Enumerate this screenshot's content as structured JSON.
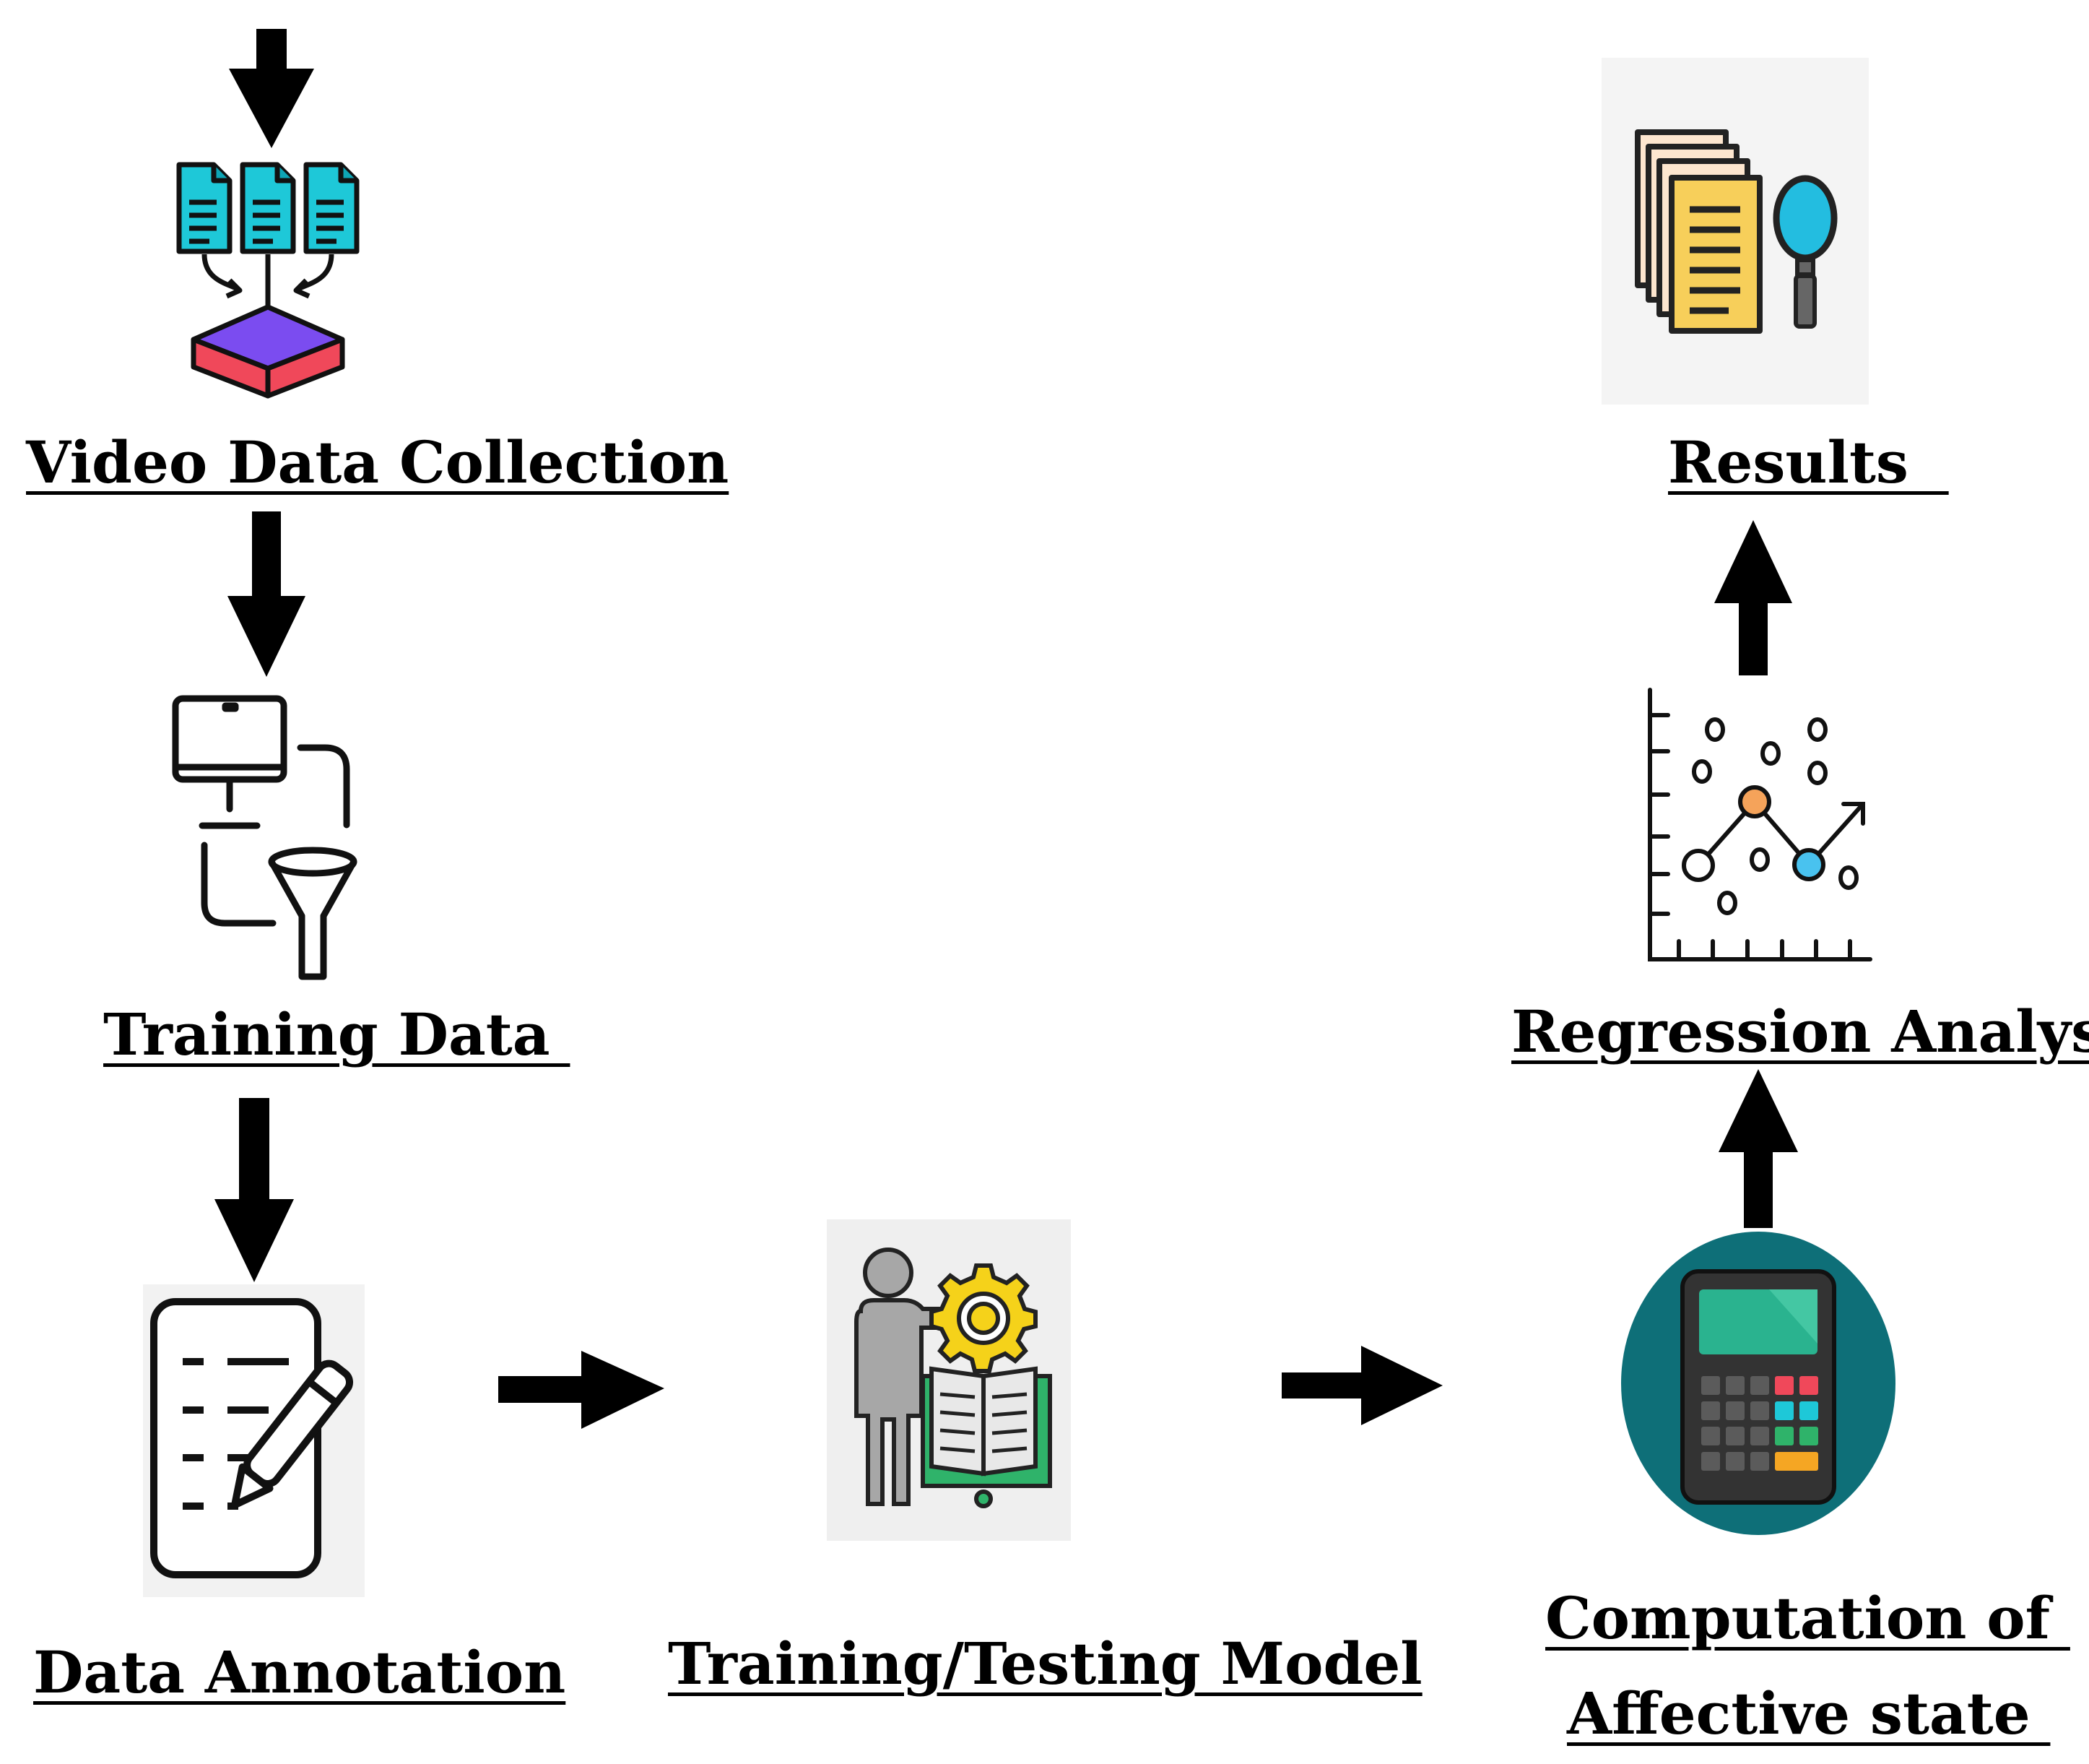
{
  "steps": {
    "video": {
      "label": "Video Data Collection",
      "icon": "data-collection-icon"
    },
    "training_data": {
      "label": "Training Data ",
      "icon": "data-filter-icon"
    },
    "annotation": {
      "label": "Data Annotation",
      "icon": "annotation-clipboard-icon"
    },
    "model": {
      "label": "Training/Testing Model",
      "icon": "trainer-gear-book-icon"
    },
    "computation": {
      "label_line1": "Computation of ",
      "label_line2": "Affective state ",
      "icon": "calculator-icon"
    },
    "regression": {
      "label": "Regression Analysis",
      "icon": "scatter-plot-icon"
    },
    "results": {
      "label": "Results  ",
      "icon": "documents-magnifier-icon"
    }
  },
  "colors": {
    "arrow": "#000000",
    "doc_cyan": "#1ec8d8",
    "box_purple": "#7b4cf0",
    "box_red": "#f0485a",
    "paper_yellow": "#f7cf5a",
    "gear_yellow": "#f5d21a",
    "book_green": "#2fb36a",
    "calc_circle": "#0e6f78",
    "calc_screen": "#2ab38f",
    "dot_orange": "#f5a35a",
    "dot_blue": "#49c2ef"
  }
}
